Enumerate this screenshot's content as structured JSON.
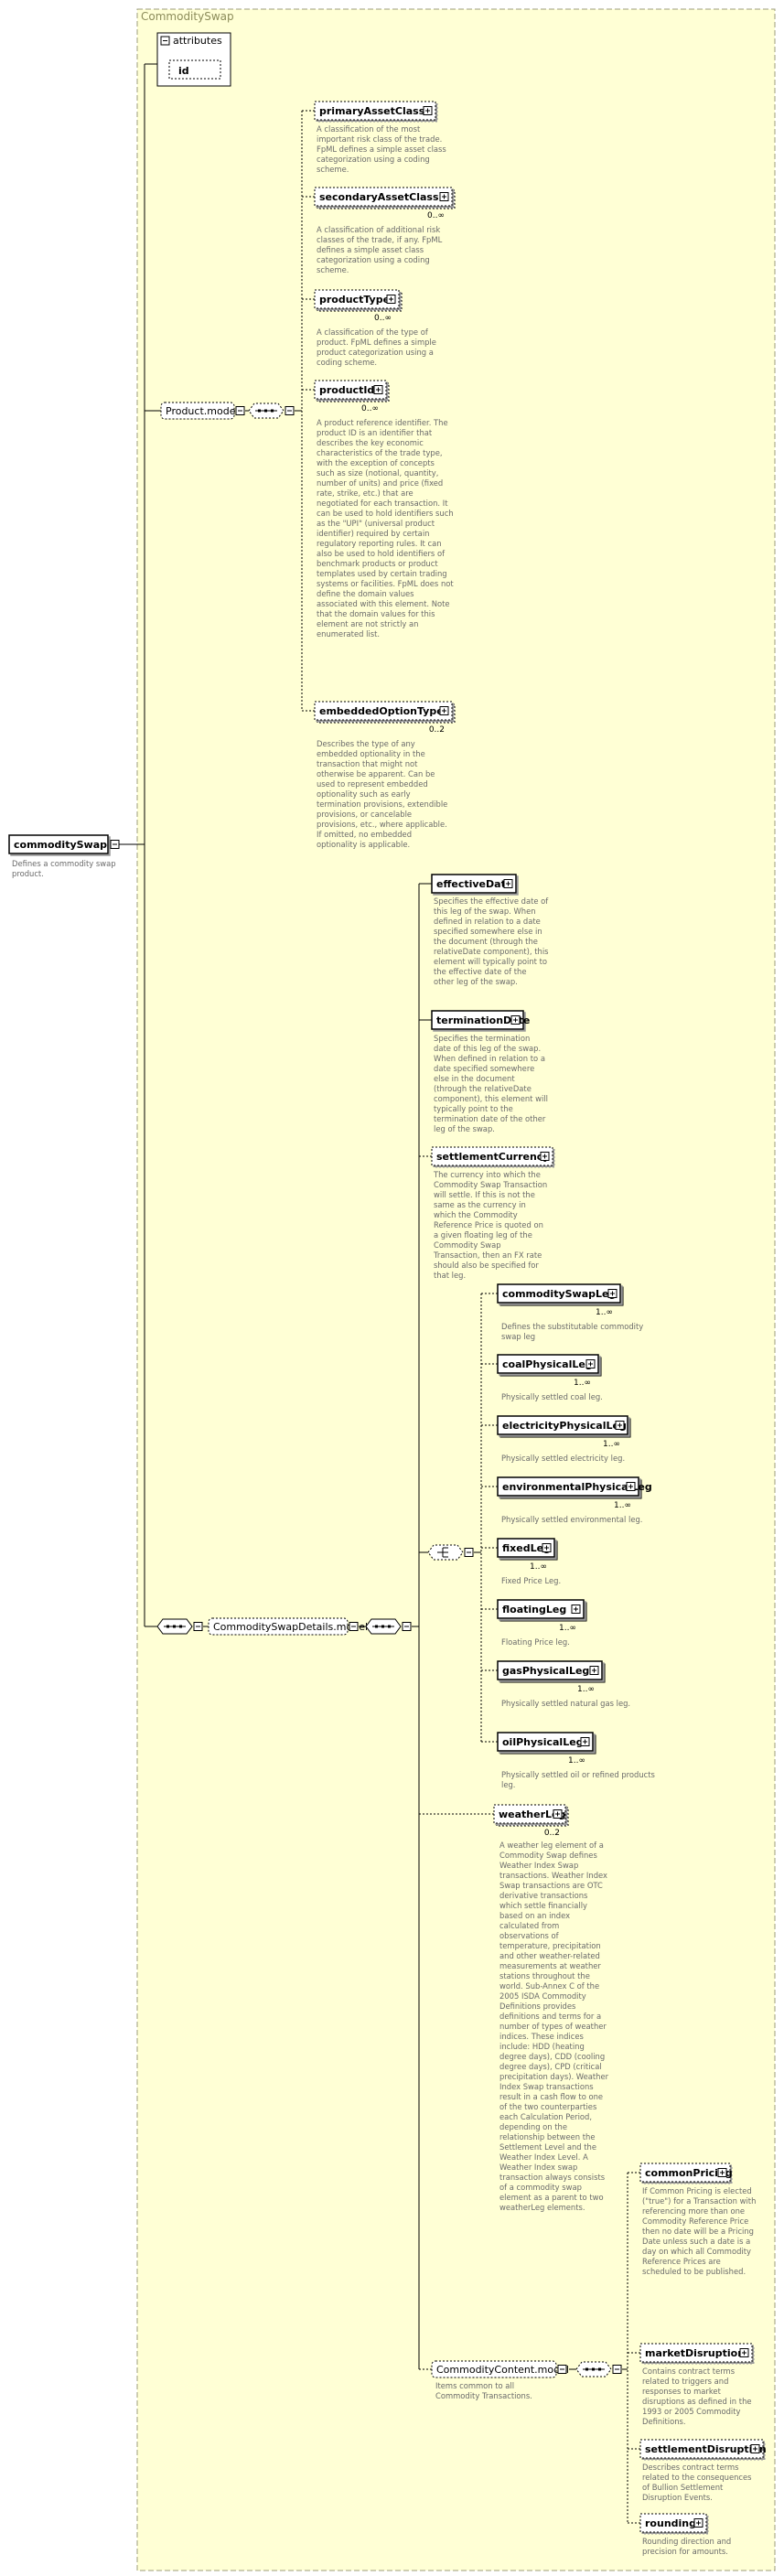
{
  "root": {
    "name": "commoditySwap",
    "doc": "Defines a commodity swap product."
  },
  "container": {
    "title": "CommoditySwap"
  },
  "attributes": {
    "title": "attributes",
    "id": "id"
  },
  "product_model": {
    "name": "Product.model",
    "elements": [
      {
        "name": "primaryAssetClass",
        "optional": true,
        "doc": "A classification of the most important risk class of the trade. FpML defines a simple asset class categorization using a coding scheme."
      },
      {
        "name": "secondaryAssetClass",
        "optional": true,
        "multiple": true,
        "card": "0..∞",
        "doc": "A classification of additional risk classes of the trade, if any. FpML defines a simple asset class categorization using a coding scheme."
      },
      {
        "name": "productType",
        "optional": true,
        "multiple": true,
        "card": "0..∞",
        "doc": "A classification of the type of product. FpML defines a simple product categorization using a coding scheme."
      },
      {
        "name": "productId",
        "optional": true,
        "multiple": true,
        "card": "0..∞",
        "doc": "A product reference identifier. The product ID is an identifier that describes the key economic characteristics of the trade type, with the exception of concepts such as size (notional, quantity, number of units) and price (fixed rate, strike, etc.) that are negotiated for each transaction. It can be used to hold identifiers such as the \"UPI\" (universal product identifier) required by certain regulatory reporting rules. It can also be used to hold identifiers of benchmark products or product templates used by certain trading systems or facilities. FpML does not define the domain values associated with this element. Note that the domain values for this element are not strictly an enumerated list."
      },
      {
        "name": "embeddedOptionType",
        "optional": true,
        "multiple": true,
        "card": "0..2",
        "doc": "Describes the type of any embedded optionality in the transaction that might not otherwise be apparent. Can be used to represent embedded optionality such as early termination provisions, extendible provisions, or cancelable provisions, etc., where applicable. If omitted, no embedded optionality is applicable."
      }
    ]
  },
  "swap_details": {
    "name": "CommoditySwapDetails.model",
    "elements": [
      {
        "name": "effectiveDate",
        "doc": "Specifies the effective date of this leg of the swap. When defined in relation to a date specified somewhere else in the document (through the relativeDate component), this element will typically point to the effective date of the other leg of the swap."
      },
      {
        "name": "terminationDate",
        "doc": "Specifies the termination date of this leg of the swap. When defined in relation to a date specified somewhere else in the document (through the relativeDate component), this element will typically point to the termination date of the other leg of the swap."
      },
      {
        "name": "settlementCurrency",
        "optional": true,
        "doc": "The currency into which the Commodity Swap Transaction will settle. If this is not the same as the currency in which the Commodity Reference Price is quoted on a given floating leg of the Commodity Swap Transaction, then an FX rate should also be specified for that leg."
      }
    ],
    "choice_elements": [
      {
        "name": "commoditySwapLeg",
        "multiple": true,
        "card": "1..∞",
        "doc": "Defines the substitutable commodity swap leg"
      },
      {
        "name": "coalPhysicalLeg",
        "multiple": true,
        "card": "1..∞",
        "doc": "Physically settled coal leg."
      },
      {
        "name": "electricityPhysicalLeg",
        "multiple": true,
        "card": "1..∞",
        "doc": "Physically settled electricity leg."
      },
      {
        "name": "environmentalPhysicalLeg",
        "multiple": true,
        "card": "1..∞",
        "doc": "Physically settled environmental leg."
      },
      {
        "name": "fixedLeg",
        "multiple": true,
        "card": "1..∞",
        "doc": "Fixed Price Leg."
      },
      {
        "name": "floatingLeg",
        "multiple": true,
        "card": "1..∞",
        "doc": "Floating Price leg."
      },
      {
        "name": "gasPhysicalLeg",
        "multiple": true,
        "card": "1..∞",
        "doc": "Physically settled natural gas leg."
      },
      {
        "name": "oilPhysicalLeg",
        "multiple": true,
        "card": "1..∞",
        "doc": "Physically settled oil or refined products leg."
      }
    ],
    "weather_leg": {
      "name": "weatherLeg",
      "optional": true,
      "multiple": true,
      "card": "0..2",
      "doc": "A weather leg element of a Commodity Swap defines Weather Index Swap transactions. Weather Index Swap transactions are OTC derivative transactions which settle financially based on an index calculated from observations of temperature, precipitation and other weather-related measurements at weather stations throughout the world. Sub-Annex C of the 2005 ISDA Commodity Definitions provides definitions and terms for a number of types of weather indices. These indices include: HDD (heating degree days), CDD (cooling degree days), CPD (critical precipitation days). Weather Index Swap transactions result in a cash flow to one of the two counterparties each Calculation Period, depending on the relationship between the Settlement Level and the Weather Index Level. A Weather Index swap transaction always consists of a commodity swap element as a parent to two weatherLeg elements."
    }
  },
  "content_model": {
    "name": "CommodityContent.model",
    "doc": "Items common to all Commodity Transactions.",
    "elements": [
      {
        "name": "commonPricing",
        "optional": true,
        "doc": "If Common Pricing is elected (\"true\") for a Transaction with referencing more than one Commodity Reference Price then no date will be a Pricing Date unless such a date is a day on which all Commodity Reference Prices are scheduled to be published."
      },
      {
        "name": "marketDisruption",
        "optional": true,
        "doc": "Contains contract terms related to triggers and responses to market disruptions as defined in the 1993 or 2005 Commodity Definitions."
      },
      {
        "name": "settlementDisruption",
        "optional": true,
        "doc": "Describes contract terms related to the consequences of Bullion Settlement Disruption Events."
      },
      {
        "name": "rounding",
        "optional": true,
        "doc": "Rounding direction and precision for amounts."
      }
    ]
  },
  "colors": {
    "panel": "#ffffd5",
    "panel_border": "#9c9c7a",
    "box": "#ffffff",
    "line": "#000000",
    "doc_text": "#6a6a6a"
  },
  "icons": {
    "expand": "plus-box-icon",
    "sequence": "sequence-compositor-icon",
    "choice": "choice-compositor-icon"
  }
}
